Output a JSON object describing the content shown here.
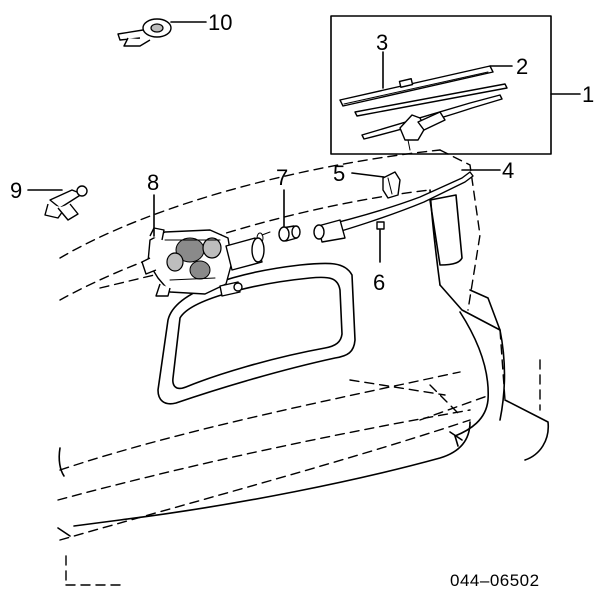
{
  "callouts": {
    "c1": "1",
    "c2": "2",
    "c3": "3",
    "c4": "4",
    "c5": "5",
    "c6": "6",
    "c7": "7",
    "c8": "8",
    "c9": "9",
    "c10": "10"
  },
  "diagram_code": "044–06502"
}
